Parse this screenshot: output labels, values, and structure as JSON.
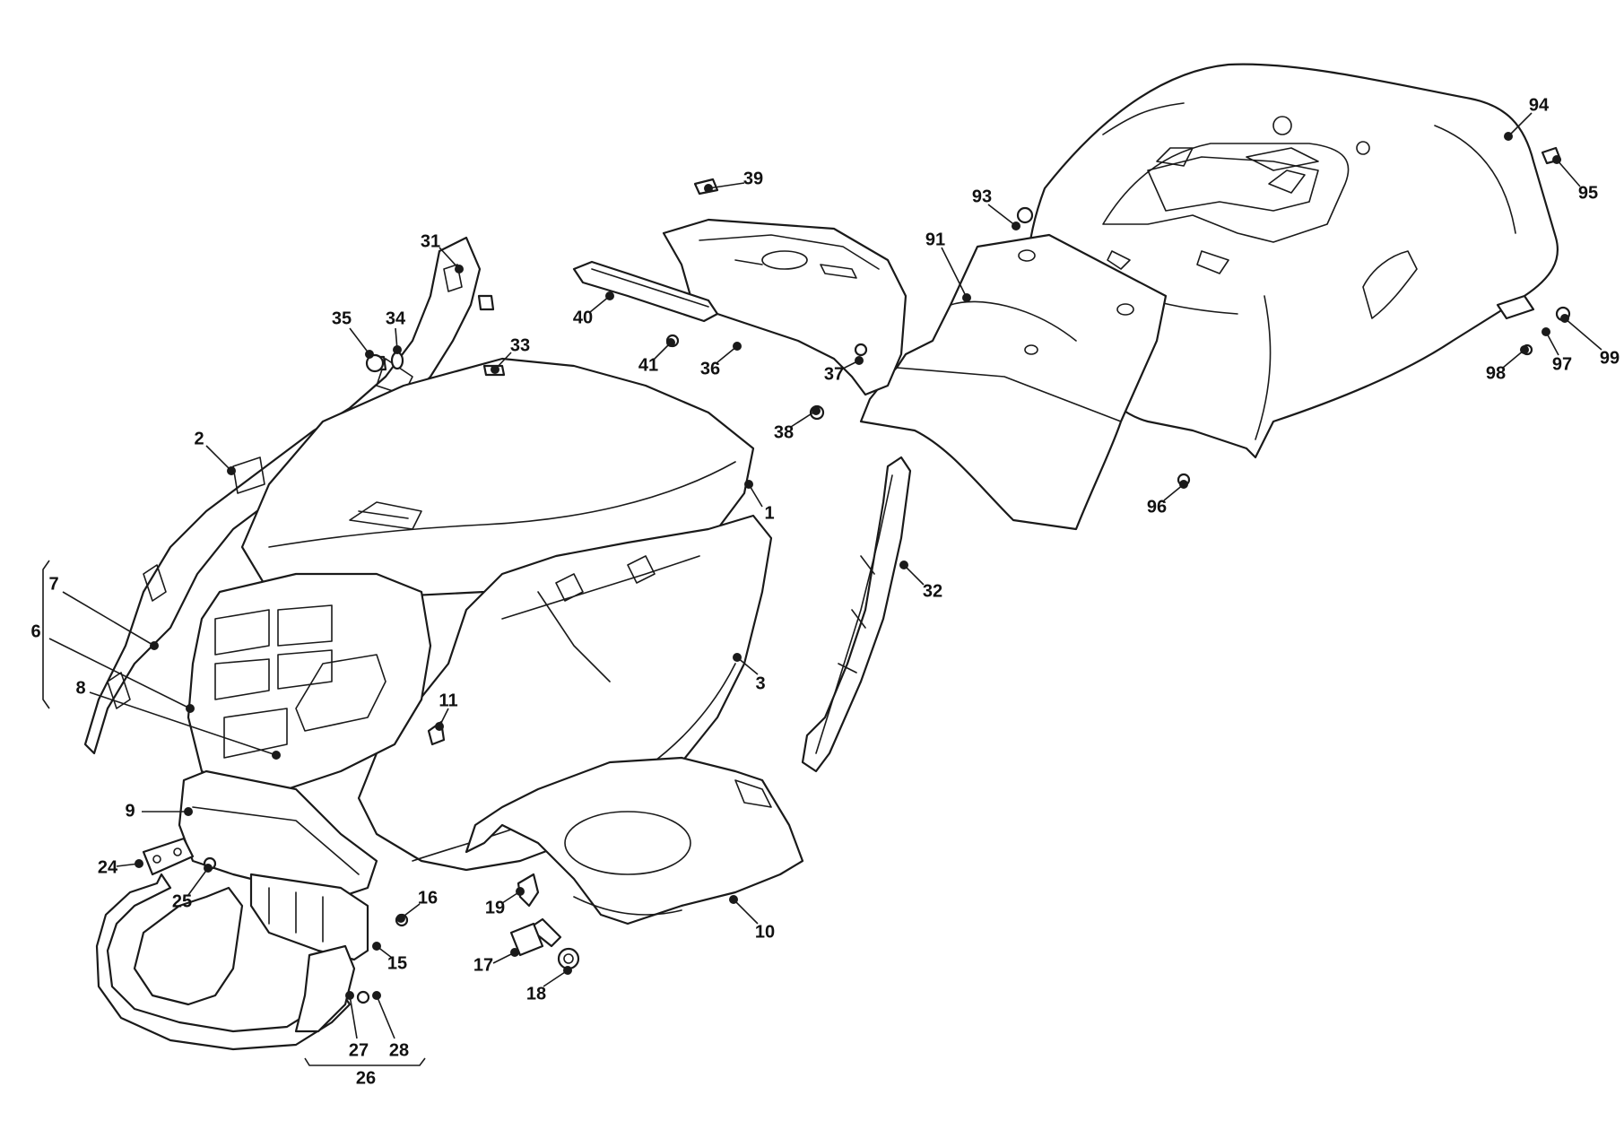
{
  "callouts": [
    {
      "id": "1",
      "label": "1"
    },
    {
      "id": "2",
      "label": "2"
    },
    {
      "id": "3",
      "label": "3"
    },
    {
      "id": "6",
      "label": "6"
    },
    {
      "id": "7",
      "label": "7"
    },
    {
      "id": "8",
      "label": "8"
    },
    {
      "id": "9",
      "label": "9"
    },
    {
      "id": "10",
      "label": "10"
    },
    {
      "id": "11",
      "label": "11"
    },
    {
      "id": "15",
      "label": "15"
    },
    {
      "id": "16",
      "label": "16"
    },
    {
      "id": "17",
      "label": "17"
    },
    {
      "id": "18",
      "label": "18"
    },
    {
      "id": "19",
      "label": "19"
    },
    {
      "id": "24",
      "label": "24"
    },
    {
      "id": "25",
      "label": "25"
    },
    {
      "id": "26",
      "label": "26"
    },
    {
      "id": "27",
      "label": "27"
    },
    {
      "id": "28",
      "label": "28"
    },
    {
      "id": "31",
      "label": "31"
    },
    {
      "id": "32",
      "label": "32"
    },
    {
      "id": "33",
      "label": "33"
    },
    {
      "id": "34",
      "label": "34"
    },
    {
      "id": "35",
      "label": "35"
    },
    {
      "id": "36",
      "label": "36"
    },
    {
      "id": "37",
      "label": "37"
    },
    {
      "id": "38",
      "label": "38"
    },
    {
      "id": "39",
      "label": "39"
    },
    {
      "id": "40",
      "label": "40"
    },
    {
      "id": "41",
      "label": "41"
    },
    {
      "id": "91",
      "label": "91"
    },
    {
      "id": "93",
      "label": "93"
    },
    {
      "id": "94",
      "label": "94"
    },
    {
      "id": "95",
      "label": "95"
    },
    {
      "id": "96",
      "label": "96"
    },
    {
      "id": "97",
      "label": "97"
    },
    {
      "id": "98",
      "label": "98"
    },
    {
      "id": "99",
      "label": "99"
    }
  ]
}
